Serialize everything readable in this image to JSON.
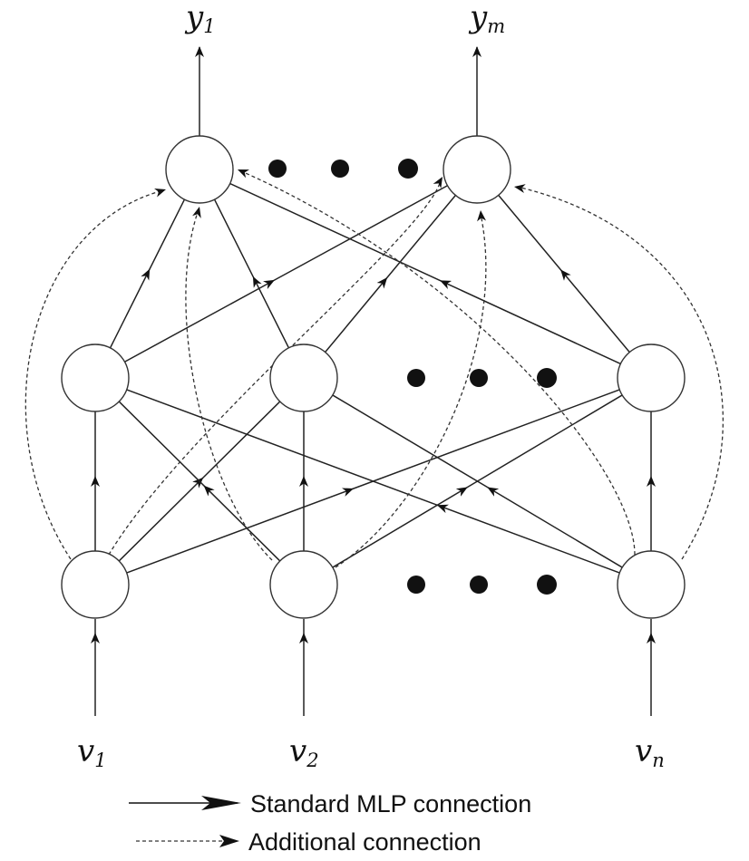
{
  "inputs": [
    {
      "base": "v",
      "sub": "1"
    },
    {
      "base": "v",
      "sub": "2"
    },
    {
      "base": "v",
      "sub": "n"
    }
  ],
  "outputs": [
    {
      "base": "y",
      "sub": "1"
    },
    {
      "base": "y",
      "sub": "m"
    }
  ],
  "legend": {
    "standard": "Standard MLP connection",
    "additional": "Additional connection"
  },
  "colors": {
    "stroke": "#222222",
    "node_fill": "#ffffff",
    "background": "#ffffff"
  }
}
